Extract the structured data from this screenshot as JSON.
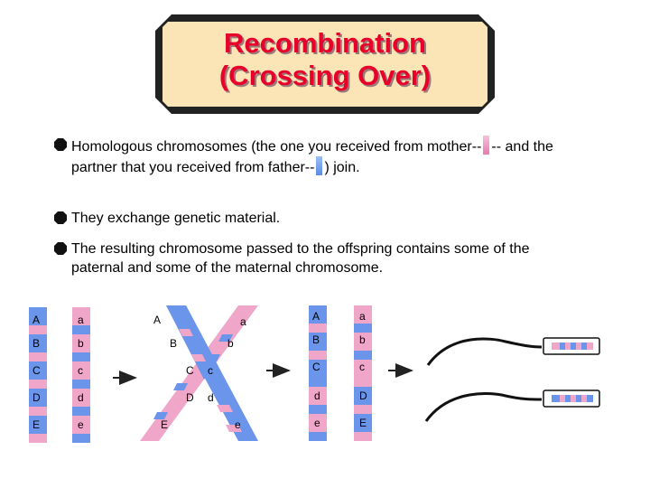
{
  "title": {
    "line1": "Recombination",
    "line2": "(Crossing Over)"
  },
  "bullets": [
    {
      "before_pink": "Homologous chromosomes (the one you received from mother--",
      "after_pink": "-- and the partner that you received from father--",
      "after_blue": ") join."
    },
    {
      "text": "They exchange genetic material."
    },
    {
      "text": "The resulting chromosome passed to the offspring contains some of the paternal and some of the maternal chromosome."
    }
  ],
  "diagram": {
    "stage1": {
      "left": [
        "A",
        "B",
        "C",
        "D",
        "E"
      ],
      "right": [
        "a",
        "b",
        "c",
        "d",
        "e"
      ]
    },
    "stage2": {
      "upper_left": [
        "A",
        "B",
        "C",
        "D"
      ],
      "upper_right": [
        "a",
        "b",
        "c",
        "d"
      ],
      "lower_left": "E",
      "lower_right": "e"
    },
    "stage3": {
      "left": [
        "A",
        "B",
        "C",
        "d",
        "e"
      ],
      "right": [
        "a",
        "b",
        "c",
        "D",
        "E"
      ]
    },
    "colors": {
      "blue": "#6a95ea",
      "pink": "#f0a6c8",
      "arrow": "#222222",
      "title": "#e8002a",
      "title_box": "#fbe5b6"
    }
  }
}
